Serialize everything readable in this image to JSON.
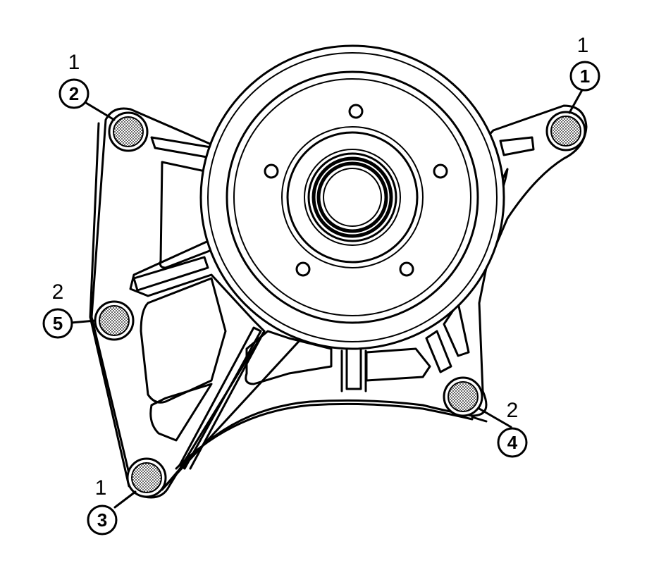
{
  "callouts": [
    {
      "group": "1",
      "order": "1"
    },
    {
      "group": "1",
      "order": "2"
    },
    {
      "group": "1",
      "order": "3"
    },
    {
      "group": "2",
      "order": "4"
    },
    {
      "group": "2",
      "order": "5"
    }
  ],
  "colors": {
    "line": "#000000",
    "background": "#ffffff",
    "bolt_fill": "#d9d9d9"
  }
}
